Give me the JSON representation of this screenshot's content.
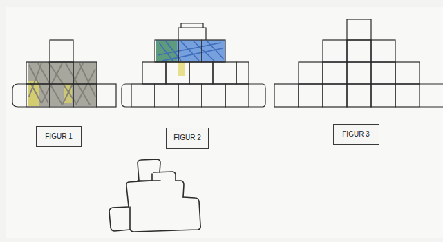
{
  "diagram": {
    "nodes": [
      {
        "text": [
          "FIGUR 1"
        ]
      },
      {
        "text": [
          "FIGUR 2"
        ]
      },
      {
        "text": [
          "FIGUR 3"
        ]
      }
    ]
  }
}
